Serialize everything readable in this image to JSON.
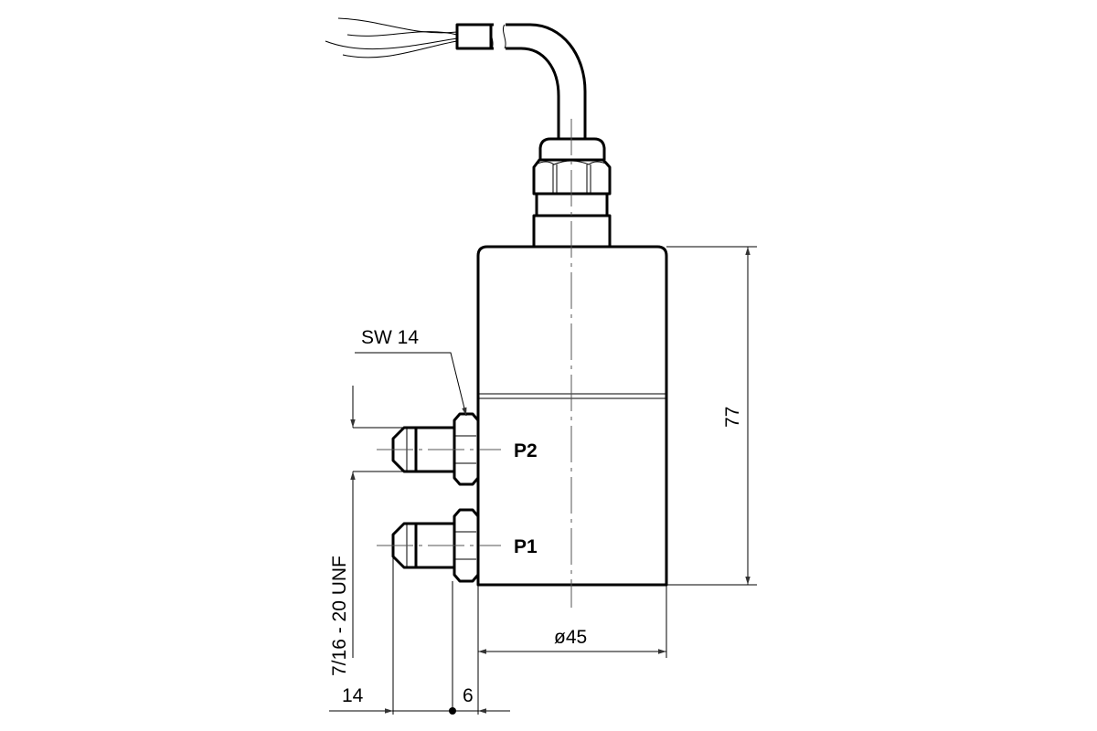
{
  "drawing": {
    "labels": {
      "wrench_size": "SW 14",
      "port_p2": "P2",
      "port_p1": "P1",
      "thread": "7/16 - 20 UNF",
      "height": "77",
      "diameter": "ø45",
      "fitting_length": "14",
      "hex_offset": "6"
    }
  }
}
